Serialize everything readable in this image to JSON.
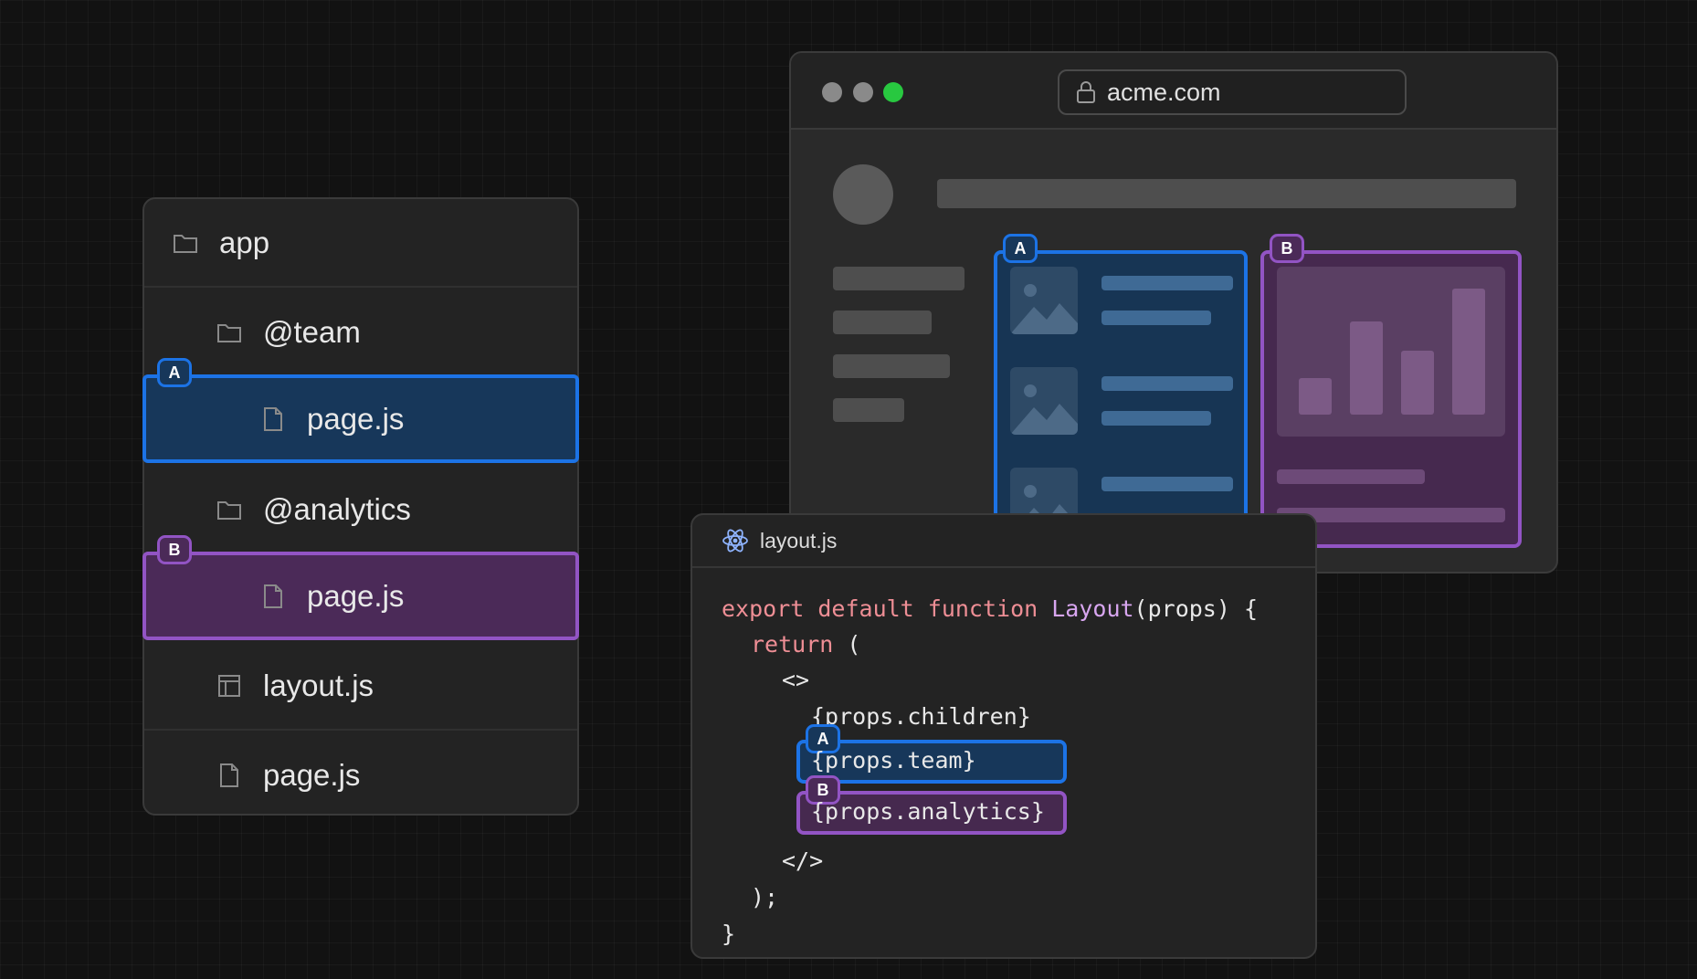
{
  "tree": {
    "rows": [
      {
        "label": "app",
        "icon": "folder-icon"
      },
      {
        "label": "@team",
        "icon": "folder-icon"
      },
      {
        "label": "page.js",
        "icon": "file-icon",
        "badge": "A"
      },
      {
        "label": "@analytics",
        "icon": "folder-icon"
      },
      {
        "label": "page.js",
        "icon": "file-icon",
        "badge": "B"
      },
      {
        "label": "layout.js",
        "icon": "layout-icon"
      },
      {
        "label": "page.js",
        "icon": "file-icon"
      }
    ]
  },
  "browser": {
    "url": "acme.com",
    "dots": [
      "#8a8a8a",
      "#8a8a8a",
      "#28c840"
    ],
    "slot_a_badge": "A",
    "slot_b_badge": "B"
  },
  "code": {
    "filename": "layout.js",
    "lines": {
      "l1_kw": "export default function ",
      "l1_fn": "Layout",
      "l1_rest": "(props) {",
      "l2_kw": "return",
      "l2_rest": " (",
      "l3": "<>",
      "l4": "{props.children}",
      "l5": "{props.team}",
      "l6": "{props.analytics}",
      "l7": "</>",
      "l8": ");",
      "l9": "}"
    },
    "badge_a": "A",
    "badge_b": "B"
  },
  "colors": {
    "slot_a": "#1c73e6",
    "slot_b": "#9254c4",
    "background": "#121212"
  }
}
